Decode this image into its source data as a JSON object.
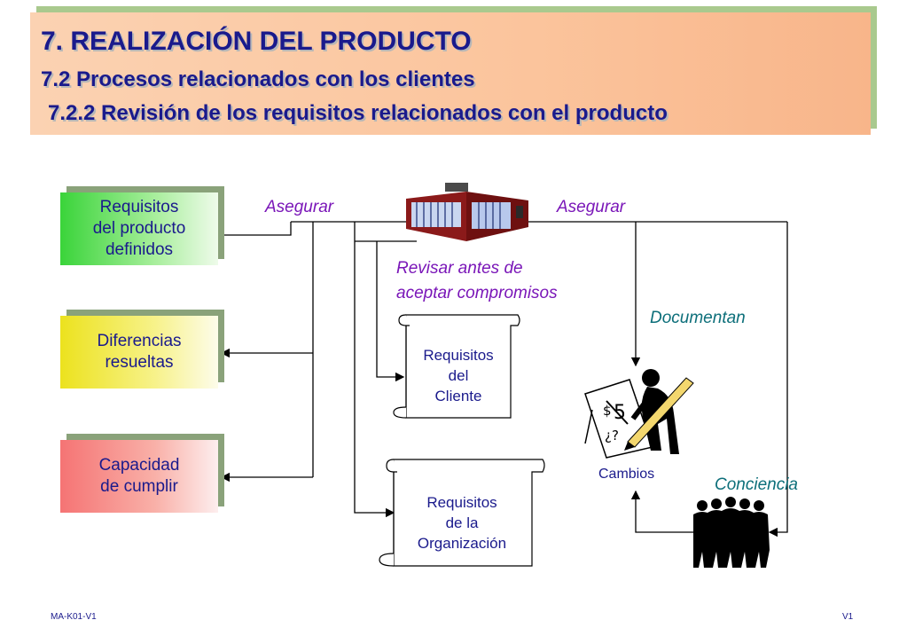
{
  "header": {
    "title": "7. REALIZACIÓN DEL PRODUCTO",
    "subtitle": "7.2 Procesos relacionados con los clientes",
    "section": " 7.2.2 Revisión de los requisitos relacionados con el producto"
  },
  "boxes": {
    "defined": "Requisitos\ndel producto\ndefinidos",
    "resolved": "Diferencias\nresueltas",
    "capacity": "Capacidad\nde cumplir"
  },
  "labels": {
    "ensure_left": "Asegurar",
    "ensure_right": "Asegurar",
    "review_line1": "Revisar antes de",
    "review_line2": "aceptar compromisos",
    "document": "Documentan",
    "awareness": "Conciencia",
    "changes": "Cambios"
  },
  "scrolls": {
    "client": "Requisitos\ndel\nCliente",
    "organization": "Requisitos\nde la\nOrganización"
  },
  "footer": {
    "left": "MA-K01-V1",
    "right": "V1"
  },
  "colors": {
    "title": "#1a1a8c",
    "italic_purple": "#7a16b8",
    "italic_teal": "#0d6f7a",
    "building": "#8b1a1a"
  }
}
